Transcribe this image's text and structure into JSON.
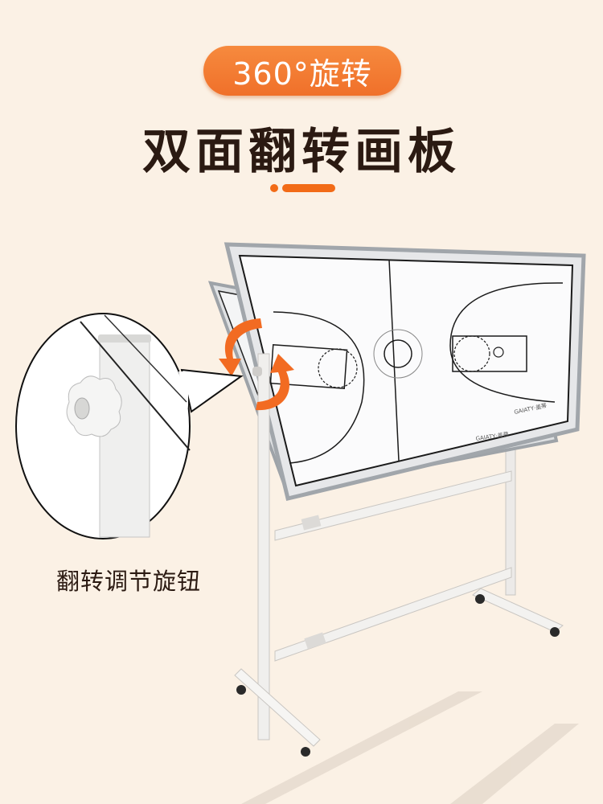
{
  "header": {
    "badge_label": "360°旋转",
    "title": "双面翻转画板",
    "accent_color": "#f26b17",
    "title_color": "#2b1a12",
    "background_color": "#fbf1e5"
  },
  "product": {
    "name": "双面翻转画板",
    "board_brand_mark": "GAIATY·盖蒂",
    "board_graphic": "basketball-court-diagram",
    "rotation_indicator": "rotate-arrows-icon"
  },
  "callout": {
    "label": "翻转调节旋钮",
    "detail_subject": "knob-closeup"
  }
}
